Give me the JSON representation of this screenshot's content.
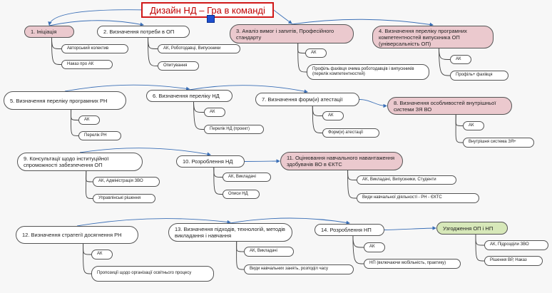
{
  "title": "Дизайн НД – Гра в команді",
  "colors": {
    "pink": "#ebc9ce",
    "green": "#d7e8b9",
    "title_border": "#d01818",
    "title_text": "#c00000",
    "main_link": "#3b6fb6",
    "branch_link": "#444444"
  },
  "nodes": [
    {
      "id": "n1",
      "label": "1. Ініціація"
    },
    {
      "id": "n1a",
      "label": "Авторський колектив"
    },
    {
      "id": "n1b",
      "label": "Наказ про АК"
    },
    {
      "id": "n2",
      "label": "2. Визначення потреби в ОП"
    },
    {
      "id": "n2a",
      "label": "АК, Роботодавці, Випускники"
    },
    {
      "id": "n2b",
      "label": "Опитування"
    },
    {
      "id": "n3",
      "label": "3. Аналіз вимог і запитів, Професійного стандарту"
    },
    {
      "id": "n3a",
      "label": "АК"
    },
    {
      "id": "n3b",
      "label": "Профіль фахівця очима роботодавців і випускників (перелік компетентностей)"
    },
    {
      "id": "n4",
      "label": "4. Визначення переліку програмних компетентностей випускника ОП (універсальність ОП)"
    },
    {
      "id": "n4a",
      "label": "АК"
    },
    {
      "id": "n4b",
      "label": "Профіль+ фахівця"
    },
    {
      "id": "n5",
      "label": "5. Визначення переліку програмних РН"
    },
    {
      "id": "n5a",
      "label": "АК"
    },
    {
      "id": "n5b",
      "label": "Перелік РН"
    },
    {
      "id": "n6",
      "label": "6. Визначення переліку НД"
    },
    {
      "id": "n6a",
      "label": "АК"
    },
    {
      "id": "n6b",
      "label": "Перелік НД (проект)"
    },
    {
      "id": "n7",
      "label": "7. Визначення форм(и) атестації"
    },
    {
      "id": "n7a",
      "label": "АК"
    },
    {
      "id": "n7b",
      "label": "Форм(и) атестації"
    },
    {
      "id": "n8",
      "label": "8. Визначення особливостей внутрішньої системи ЗЯ ВО"
    },
    {
      "id": "n8a",
      "label": "АК"
    },
    {
      "id": "n8b",
      "label": "Внутрішня система ЗЯ+"
    },
    {
      "id": "n9",
      "label": "9. Консультації щодо інституційної спроможності забезпечення ОП"
    },
    {
      "id": "n9a",
      "label": "АК, Адміністрація ЗВО"
    },
    {
      "id": "n9b",
      "label": "Управлінські рішення"
    },
    {
      "id": "n10",
      "label": "10. Розроблення НД"
    },
    {
      "id": "n10a",
      "label": "АК, Викладачі"
    },
    {
      "id": "n10b",
      "label": "Описи НД"
    },
    {
      "id": "n11",
      "label": "11. Оцінювання навчального навантаження здобувачів ВО в ЄКТС"
    },
    {
      "id": "n11a",
      "label": "АК, Викладачі, Випускники, Студенти"
    },
    {
      "id": "n11b",
      "label": "Види навчальної діяльності - РН - ЄКТС"
    },
    {
      "id": "n12",
      "label": "12. Визначення стратегії досягнення РН"
    },
    {
      "id": "n12a",
      "label": "АК"
    },
    {
      "id": "n12b",
      "label": "Пропозиції щодо організації освітнього процесу"
    },
    {
      "id": "n13",
      "label": "13. Визначення підходів, технологій, методів викладання і навчання"
    },
    {
      "id": "n13a",
      "label": "АК, Викладачі"
    },
    {
      "id": "n13b",
      "label": "Види навчальних занять, розподіл часу"
    },
    {
      "id": "n14",
      "label": "14. Розроблення НП"
    },
    {
      "id": "n14a",
      "label": "АК"
    },
    {
      "id": "n14b",
      "label": "НП (включаючи мобільність, практику)"
    },
    {
      "id": "n15",
      "label": "Узгодження ОП і НП"
    },
    {
      "id": "n15a",
      "label": "АК, Підрозділи ЗВО"
    },
    {
      "id": "n15b",
      "label": "Рішення ВР, Наказ"
    }
  ]
}
